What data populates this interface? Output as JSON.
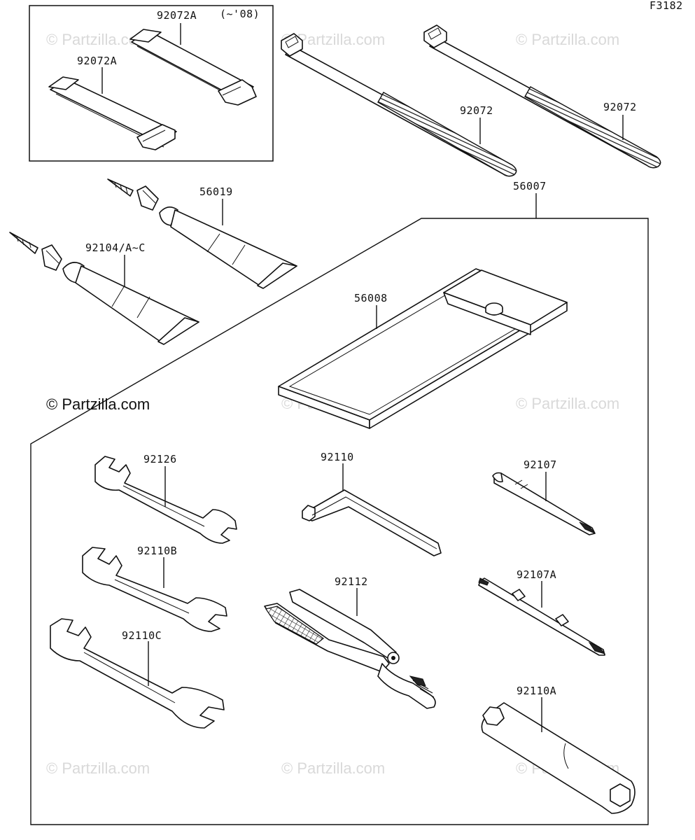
{
  "figure_code": "F3182",
  "copyright": "© Partzilla.com",
  "watermark": "© Partzilla.com",
  "subassembly_note": "(~'08)",
  "parts": {
    "strap_upper": "92072A",
    "strap_lower": "92072A",
    "tie_left": "92072",
    "tie_right": "92072",
    "tube_upper": "56019",
    "tube_lower": "92104/A~C",
    "tool_kit": "56007",
    "tool_bag": "56008",
    "wrench_top": "92126",
    "wrench_mid": "92110B",
    "wrench_bottom": "92110C",
    "hex_key": "92110",
    "pliers": "92112",
    "screwdriver": "92107",
    "screwdriver_double": "92107A",
    "box_wrench": "92110A"
  }
}
